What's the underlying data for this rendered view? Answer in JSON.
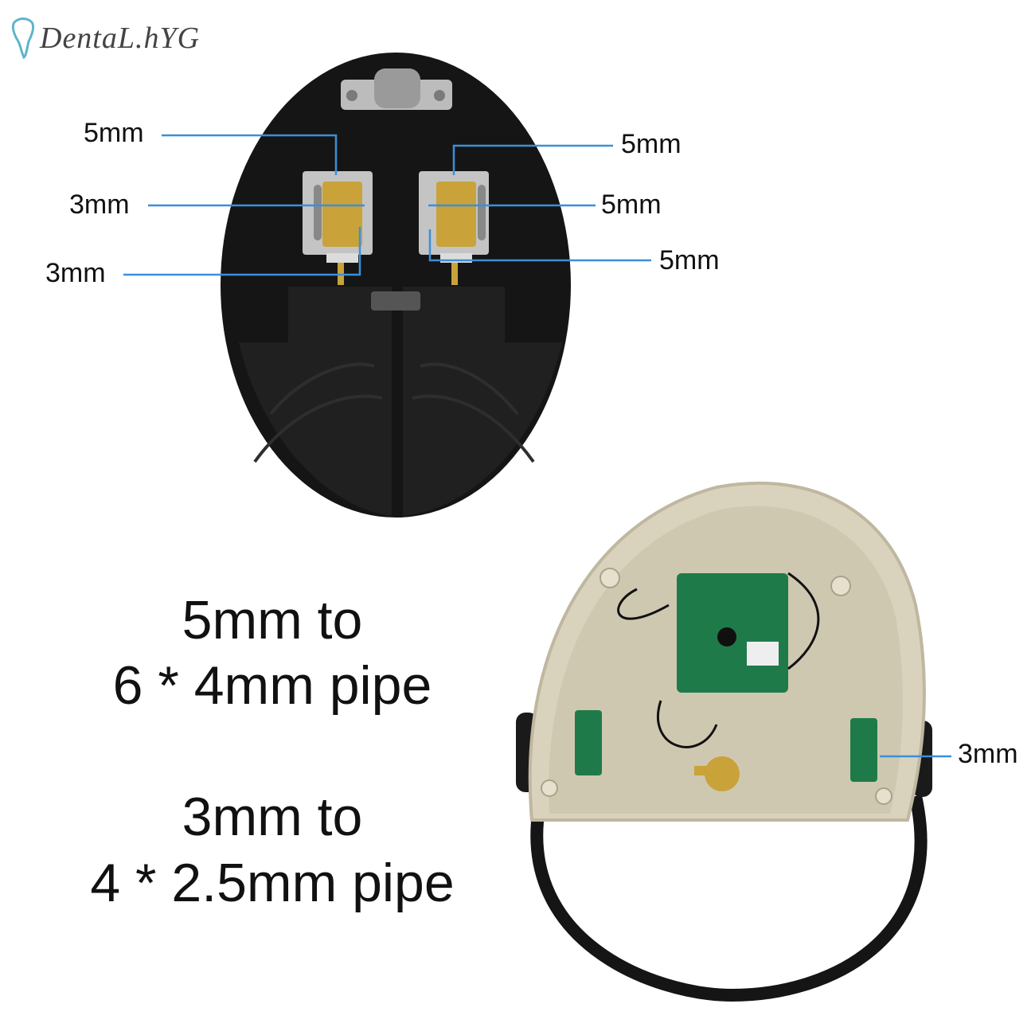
{
  "brand": {
    "name": "DentaL.hYG",
    "icon": "tooth-icon"
  },
  "callouts": {
    "top_left_upper": "5mm",
    "top_left_middle": "3mm",
    "top_left_lower": "3mm",
    "top_right_upper": "5mm",
    "top_right_middle": "5mm",
    "top_right_lower": "5mm",
    "bottom_right": "3mm"
  },
  "notes": {
    "line1": "5mm to",
    "line2": "6 * 4mm pipe",
    "line3": "3mm to",
    "line4": "4 * 2.5mm pipe"
  },
  "colors": {
    "callout_line": "#3b8fd9",
    "pedal": "#151515",
    "housing": "#d9d2bd",
    "brass": "#c9a23a",
    "pcb": "#1f7a4a"
  }
}
